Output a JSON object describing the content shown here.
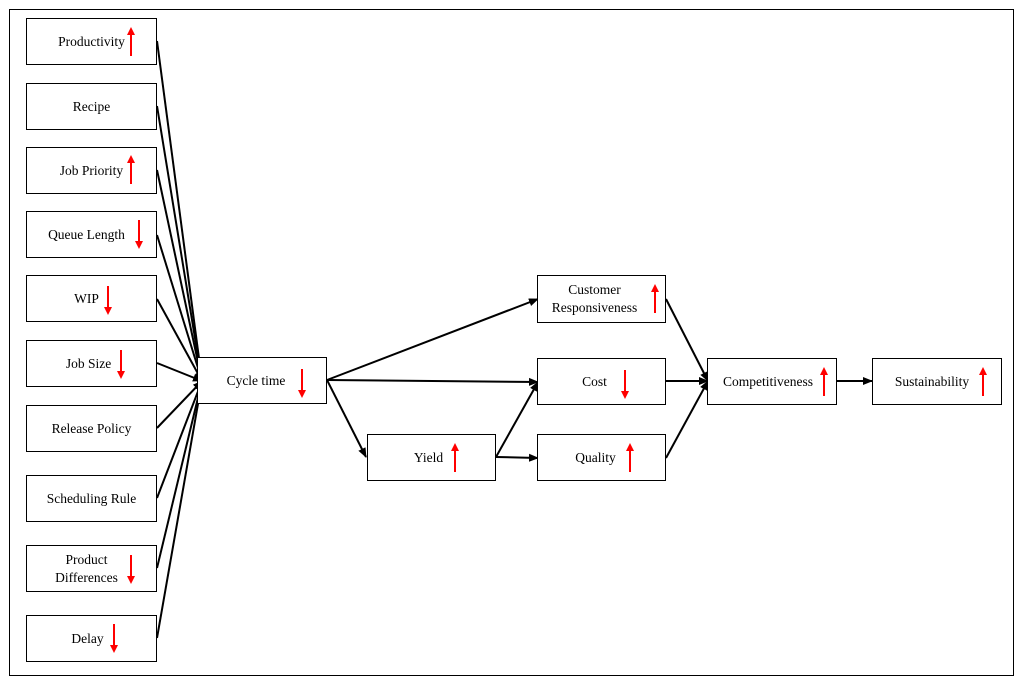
{
  "colors": {
    "up": "#ff0000",
    "down": "#ff0000",
    "stroke": "#000000"
  },
  "nodes": {
    "productivity": {
      "label": "Productivity",
      "trend": "up-arrow-icon"
    },
    "recipe": {
      "label": "Recipe",
      "trend": ""
    },
    "job_priority": {
      "label": "Job Priority",
      "trend": "up-arrow-icon"
    },
    "queue_length": {
      "label": "Queue Length",
      "trend": "down-arrow-icon"
    },
    "wip": {
      "label": "WIP",
      "trend": "down-arrow-icon"
    },
    "job_size": {
      "label": "Job Size",
      "trend": "down-arrow-icon"
    },
    "release_policy": {
      "label": "Release Policy",
      "trend": ""
    },
    "scheduling_rule": {
      "label": "Scheduling Rule",
      "trend": ""
    },
    "product_differences": {
      "label": "Product\nDifferences",
      "trend": "down-arrow-icon"
    },
    "delay": {
      "label": "Delay",
      "trend": "down-arrow-icon"
    },
    "cycle_time": {
      "label": "Cycle time",
      "trend": "down-arrow-icon"
    },
    "customer_responsiveness": {
      "label": "Customer\nResponsiveness",
      "trend": "up-arrow-icon"
    },
    "cost": {
      "label": "Cost",
      "trend": "down-arrow-icon"
    },
    "yield": {
      "label": "Yield",
      "trend": "up-arrow-icon"
    },
    "quality": {
      "label": "Quality",
      "trend": "up-arrow-icon"
    },
    "competitiveness": {
      "label": "Competitiveness",
      "trend": "up-arrow-icon"
    },
    "sustainability": {
      "label": "Sustainability",
      "trend": "up-arrow-icon"
    }
  }
}
